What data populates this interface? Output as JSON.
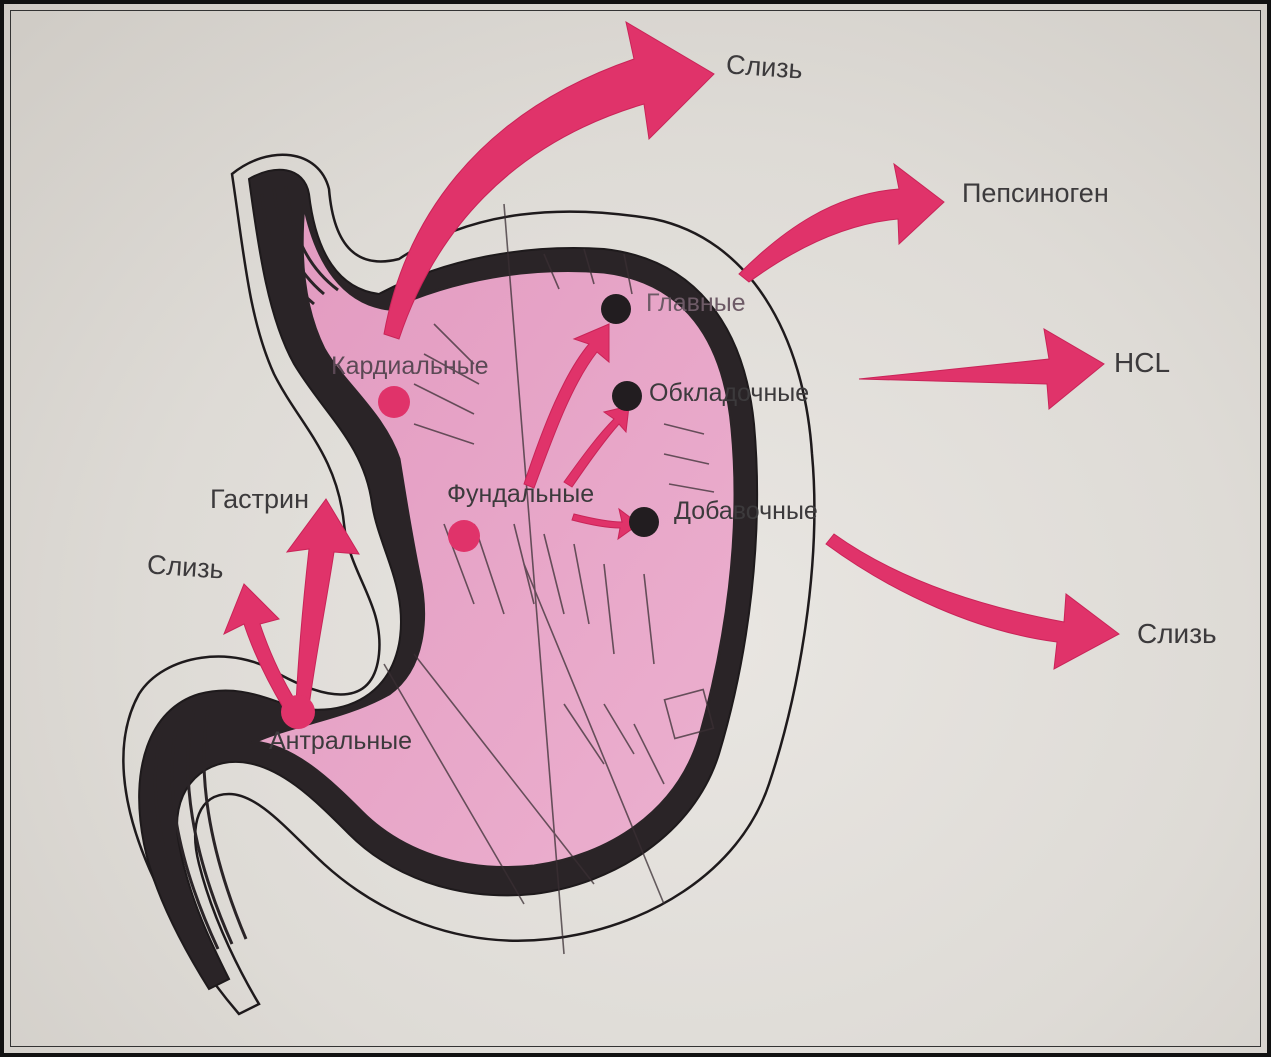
{
  "colors": {
    "arrow": "#e0336a",
    "mucosa": "#e9a6c8",
    "ink": "#2a2427",
    "background": "#dedbd6"
  },
  "labels": {
    "out_mucus_top": "Слизь",
    "out_pepsinogen": "Пепсиноген",
    "out_hcl": "HCL",
    "out_mucus_right": "Слизь",
    "out_gastrin": "Гастрин",
    "out_mucus_left": "Слизь",
    "cell_main": "Главные",
    "cell_parietal": "Обкладочные",
    "cell_accessory": "Добавочные",
    "gland_cardiac": "Кардиальные",
    "gland_fundic": "Фундальные",
    "gland_antral": "Антральные"
  }
}
